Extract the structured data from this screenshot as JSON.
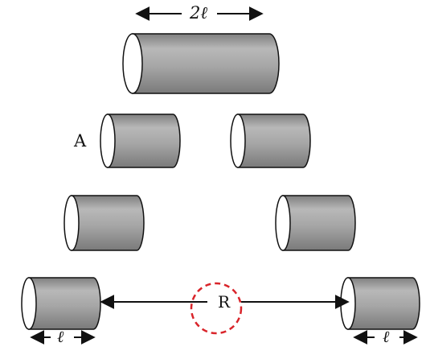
{
  "labels": {
    "top_length": "2ℓ",
    "point_a": "A",
    "distance_r": "R",
    "left_length": "ℓ",
    "right_length": "ℓ"
  },
  "colors": {
    "cylinder_body": "#9a9a9a",
    "cylinder_shade": "#c9c9c9",
    "cylinder_end": "#ffffff",
    "outline": "#111111",
    "highlight_circle": "#d9242a"
  }
}
